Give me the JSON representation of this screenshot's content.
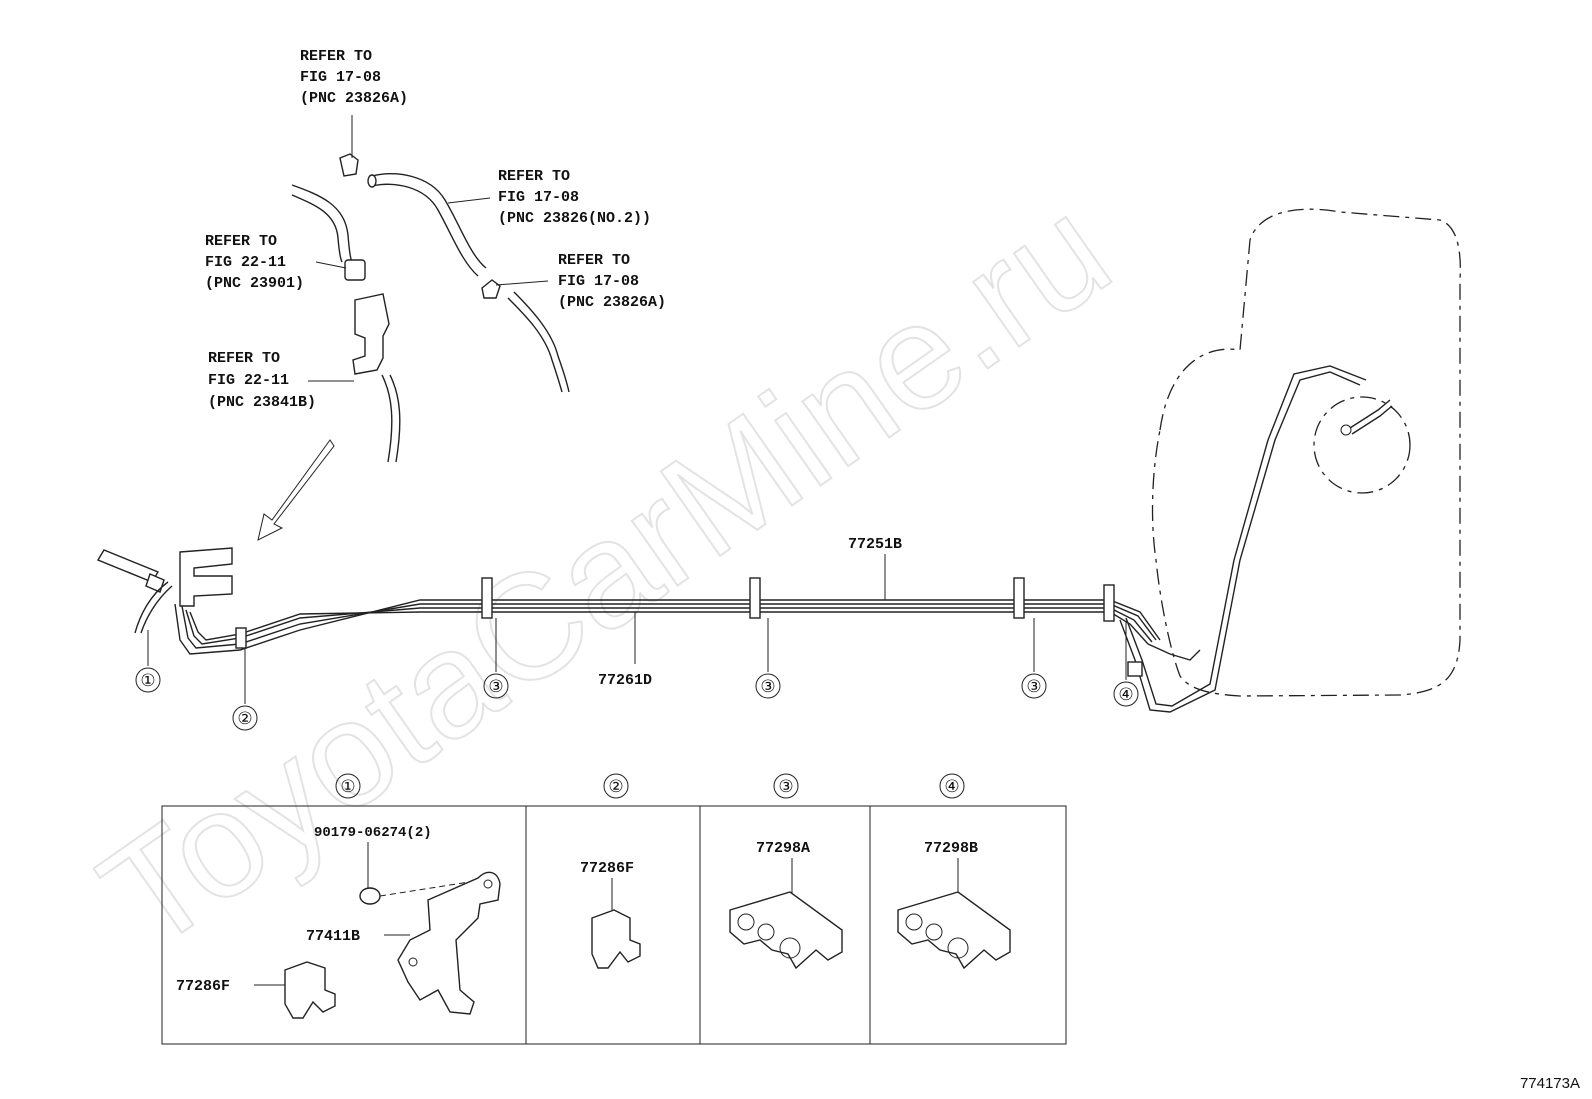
{
  "watermark": "ToyotaCarMine.ru",
  "diagram_code": "774173A",
  "callouts": [
    {
      "lines": [
        "REFER TO",
        "FIG 17-08",
        "(PNC 23826A)"
      ]
    },
    {
      "lines": [
        "REFER TO",
        "FIG 17-08",
        "(PNC 23826(NO.2))"
      ]
    },
    {
      "lines": [
        "REFER TO",
        "FIG 22-11",
        "(PNC 23901)"
      ]
    },
    {
      "lines": [
        "REFER TO",
        "FIG 17-08",
        "(PNC 23826A)"
      ]
    },
    {
      "lines": [
        "REFER TO",
        "FIG 22-11",
        "(PNC 23841B)"
      ]
    }
  ],
  "pipe_labels": {
    "upper": "77251B",
    "lower": "77261D"
  },
  "clamp_markers": [
    "①",
    "②",
    "③",
    "③",
    "③",
    "④"
  ],
  "detail_headers": [
    "①",
    "②",
    "③",
    "④"
  ],
  "detail_parts": {
    "box1": [
      "90179-06274(2)",
      "77411B",
      "77286F"
    ],
    "box2": [
      "77286F"
    ],
    "box3": [
      "77298A"
    ],
    "box4": [
      "77298B"
    ]
  }
}
